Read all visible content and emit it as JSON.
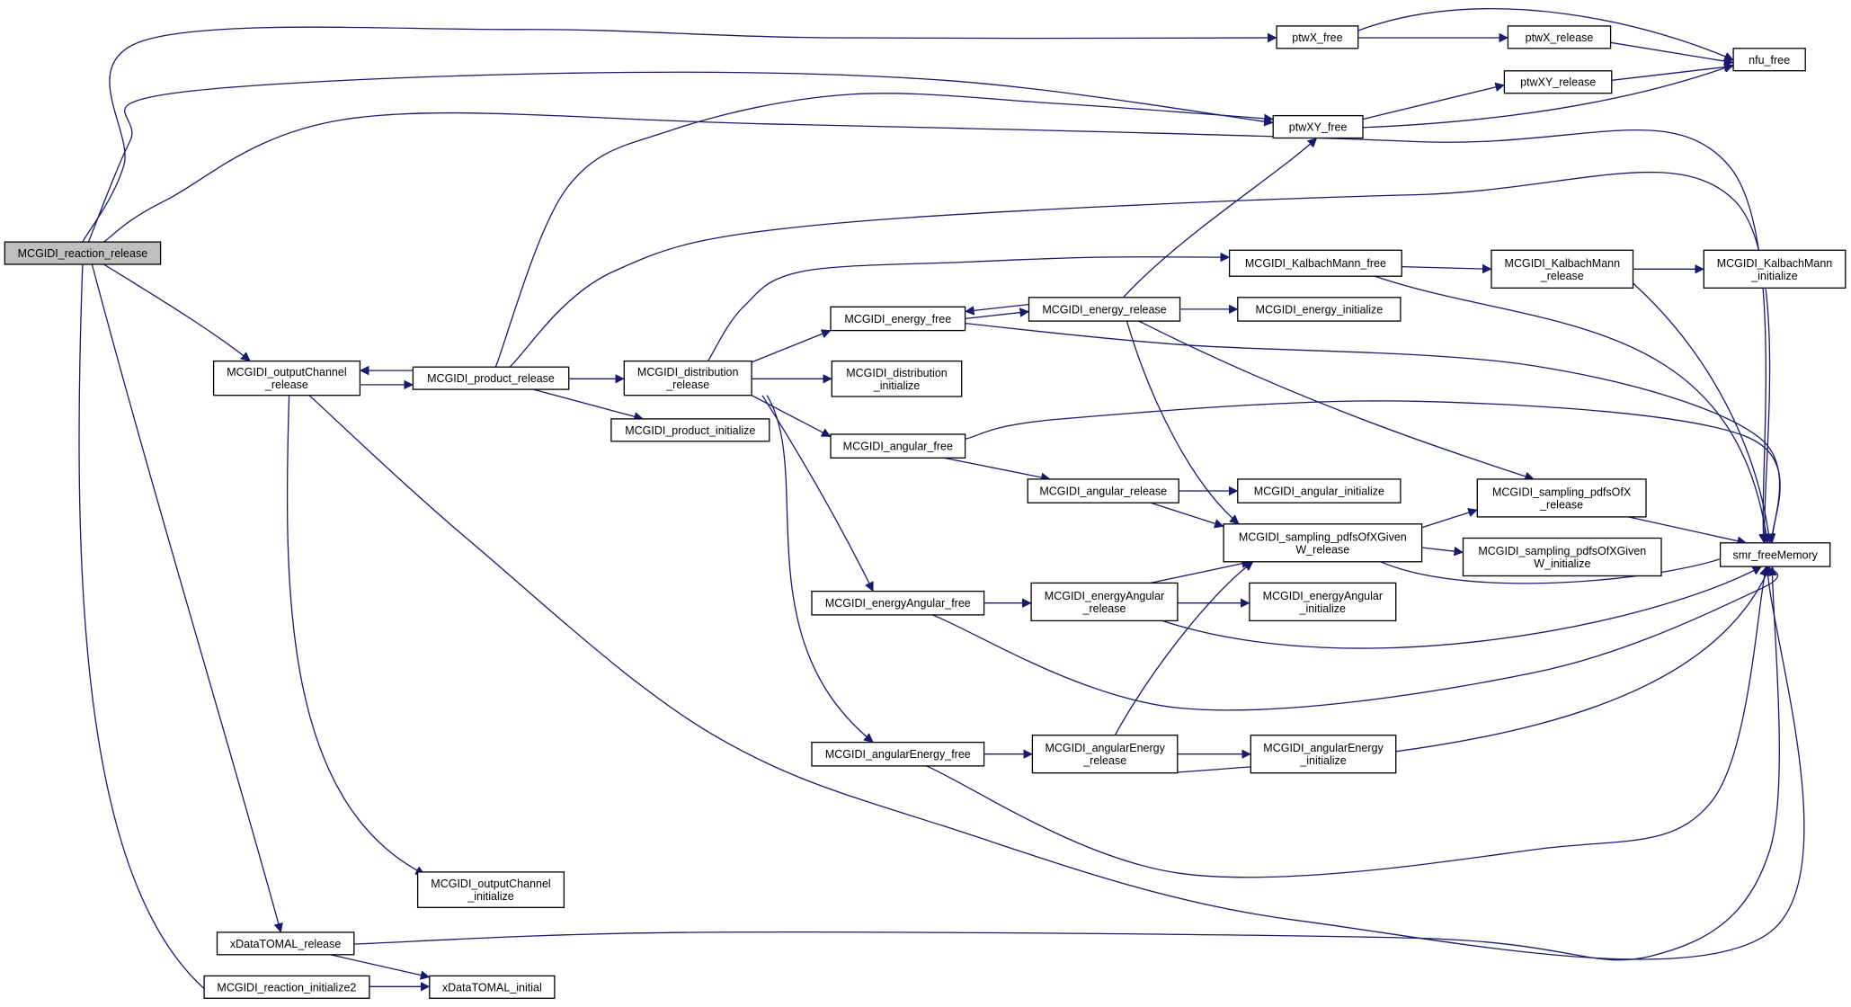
{
  "colors": {
    "edge": "#191970",
    "node_fill": "#ffffff",
    "root_fill": "#bfbfbf",
    "node_border": "#000000"
  },
  "nodes": [
    {
      "id": "reaction_release",
      "lines": [
        "MCGIDI_reaction_release"
      ],
      "root": true
    },
    {
      "id": "outputChannel_release",
      "lines": [
        "MCGIDI_outputChannel",
        "_release"
      ]
    },
    {
      "id": "product_release",
      "lines": [
        "MCGIDI_product_release"
      ]
    },
    {
      "id": "distribution_release",
      "lines": [
        "MCGIDI_distribution",
        "_release"
      ]
    },
    {
      "id": "product_initialize",
      "lines": [
        "MCGIDI_product_initialize"
      ]
    },
    {
      "id": "outputChannel_initialize",
      "lines": [
        "MCGIDI_outputChannel",
        "_initialize"
      ]
    },
    {
      "id": "xData_release",
      "lines": [
        "xDataTOMAL_release"
      ]
    },
    {
      "id": "reaction_initialize2",
      "lines": [
        "MCGIDI_reaction_initialize2"
      ]
    },
    {
      "id": "xData_initial",
      "lines": [
        "xDataTOMAL_initial"
      ]
    },
    {
      "id": "ptwX_free",
      "lines": [
        "ptwX_free"
      ]
    },
    {
      "id": "ptwX_release",
      "lines": [
        "ptwX_release"
      ]
    },
    {
      "id": "nfu_free",
      "lines": [
        "nfu_free"
      ]
    },
    {
      "id": "ptwXY_release",
      "lines": [
        "ptwXY_release"
      ]
    },
    {
      "id": "ptwXY_free",
      "lines": [
        "ptwXY_free"
      ]
    },
    {
      "id": "KalbachMann_free",
      "lines": [
        "MCGIDI_KalbachMann_free"
      ]
    },
    {
      "id": "KalbachMann_release",
      "lines": [
        "MCGIDI_KalbachMann",
        "_release"
      ]
    },
    {
      "id": "KalbachMann_initialize",
      "lines": [
        "MCGIDI_KalbachMann",
        "_initialize"
      ]
    },
    {
      "id": "energy_free",
      "lines": [
        "MCGIDI_energy_free"
      ]
    },
    {
      "id": "energy_release",
      "lines": [
        "MCGIDI_energy_release"
      ]
    },
    {
      "id": "energy_initialize",
      "lines": [
        "MCGIDI_energy_initialize"
      ]
    },
    {
      "id": "distribution_initialize",
      "lines": [
        "MCGIDI_distribution",
        "_initialize"
      ]
    },
    {
      "id": "angular_free",
      "lines": [
        "MCGIDI_angular_free"
      ]
    },
    {
      "id": "angular_release",
      "lines": [
        "MCGIDI_angular_release"
      ]
    },
    {
      "id": "angular_initialize",
      "lines": [
        "MCGIDI_angular_initialize"
      ]
    },
    {
      "id": "sampling_pdfsOfX_release",
      "lines": [
        "MCGIDI_sampling_pdfsOfX",
        "_release"
      ]
    },
    {
      "id": "sampling_given_release",
      "lines": [
        "MCGIDI_sampling_pdfsOfXGiven",
        "W_release"
      ]
    },
    {
      "id": "sampling_given_initialize",
      "lines": [
        "MCGIDI_sampling_pdfsOfXGiven",
        "W_initialize"
      ]
    },
    {
      "id": "smr_freeMemory",
      "lines": [
        "smr_freeMemory"
      ]
    },
    {
      "id": "energyAngular_free",
      "lines": [
        "MCGIDI_energyAngular_free"
      ]
    },
    {
      "id": "energyAngular_release",
      "lines": [
        "MCGIDI_energyAngular",
        "_release"
      ]
    },
    {
      "id": "energyAngular_initialize",
      "lines": [
        "MCGIDI_energyAngular",
        "_initialize"
      ]
    },
    {
      "id": "angularEnergy_free",
      "lines": [
        "MCGIDI_angularEnergy_free"
      ]
    },
    {
      "id": "angularEnergy_release",
      "lines": [
        "MCGIDI_angularEnergy",
        "_release"
      ]
    },
    {
      "id": "angularEnergy_initialize",
      "lines": [
        "MCGIDI_angularEnergy",
        "_initialize"
      ]
    }
  ],
  "edges": [
    [
      "reaction_release",
      "ptwX_free"
    ],
    [
      "reaction_release",
      "ptwXY_free"
    ],
    [
      "reaction_release",
      "smr_freeMemory"
    ],
    [
      "reaction_release",
      "outputChannel_release"
    ],
    [
      "reaction_release",
      "xData_release"
    ],
    [
      "reaction_release",
      "reaction_initialize2"
    ],
    [
      "outputChannel_release",
      "product_release"
    ],
    [
      "outputChannel_release",
      "outputChannel_initialize"
    ],
    [
      "outputChannel_release",
      "smr_freeMemory"
    ],
    [
      "product_release",
      "outputChannel_release"
    ],
    [
      "product_release",
      "ptwXY_free"
    ],
    [
      "product_release",
      "smr_freeMemory"
    ],
    [
      "product_release",
      "distribution_release"
    ],
    [
      "product_release",
      "product_initialize"
    ],
    [
      "distribution_release",
      "KalbachMann_free"
    ],
    [
      "distribution_release",
      "energy_free"
    ],
    [
      "distribution_release",
      "distribution_initialize"
    ],
    [
      "distribution_release",
      "angular_free"
    ],
    [
      "distribution_release",
      "energyAngular_free"
    ],
    [
      "distribution_release",
      "angularEnergy_free"
    ],
    [
      "xData_release",
      "xData_initial"
    ],
    [
      "xData_release",
      "smr_freeMemory"
    ],
    [
      "reaction_initialize2",
      "xData_initial"
    ],
    [
      "ptwX_free",
      "ptwX_release"
    ],
    [
      "ptwX_free",
      "nfu_free"
    ],
    [
      "ptwX_release",
      "nfu_free"
    ],
    [
      "ptwXY_free",
      "ptwXY_release"
    ],
    [
      "ptwXY_free",
      "nfu_free"
    ],
    [
      "ptwXY_release",
      "nfu_free"
    ],
    [
      "KalbachMann_free",
      "KalbachMann_release"
    ],
    [
      "KalbachMann_free",
      "smr_freeMemory"
    ],
    [
      "KalbachMann_release",
      "KalbachMann_initialize"
    ],
    [
      "KalbachMann_release",
      "smr_freeMemory"
    ],
    [
      "energy_free",
      "energy_release"
    ],
    [
      "energy_free",
      "smr_freeMemory"
    ],
    [
      "energy_release",
      "energy_free"
    ],
    [
      "energy_release",
      "ptwXY_free"
    ],
    [
      "energy_release",
      "energy_initialize"
    ],
    [
      "energy_release",
      "sampling_pdfsOfX_release"
    ],
    [
      "energy_release",
      "sampling_given_release"
    ],
    [
      "angular_free",
      "angular_release"
    ],
    [
      "angular_free",
      "smr_freeMemory"
    ],
    [
      "angular_release",
      "angular_initialize"
    ],
    [
      "angular_release",
      "sampling_given_release"
    ],
    [
      "sampling_given_release",
      "sampling_pdfsOfX_release"
    ],
    [
      "sampling_given_release",
      "sampling_given_initialize"
    ],
    [
      "sampling_given_release",
      "smr_freeMemory"
    ],
    [
      "sampling_pdfsOfX_release",
      "smr_freeMemory"
    ],
    [
      "energyAngular_free",
      "energyAngular_release"
    ],
    [
      "energyAngular_free",
      "smr_freeMemory"
    ],
    [
      "energyAngular_release",
      "sampling_given_release"
    ],
    [
      "energyAngular_release",
      "energyAngular_initialize"
    ],
    [
      "energyAngular_release",
      "smr_freeMemory"
    ],
    [
      "angularEnergy_free",
      "angularEnergy_release"
    ],
    [
      "angularEnergy_free",
      "smr_freeMemory"
    ],
    [
      "angularEnergy_release",
      "sampling_given_release"
    ],
    [
      "angularEnergy_release",
      "angularEnergy_initialize"
    ],
    [
      "angularEnergy_release",
      "smr_freeMemory"
    ]
  ]
}
